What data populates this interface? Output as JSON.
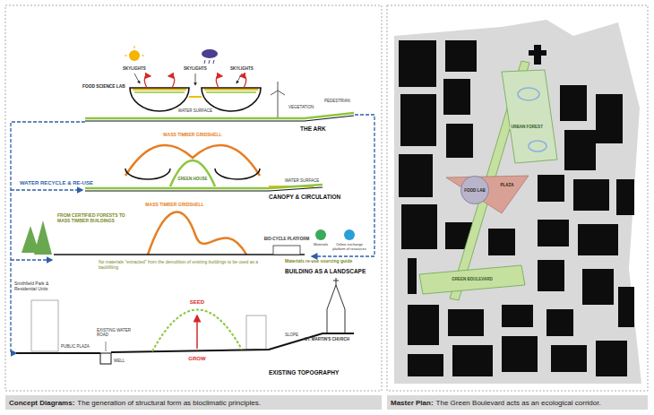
{
  "diagram": {
    "nodes": [
      {
        "text": [
          "Concept Diagrams:",
          "The generation of structural form as bioclimatic principles."
        ]
      },
      {
        "text": [
          "Master Plan:",
          "The Green Boulevard acts as an ecological corridor."
        ]
      },
      {
        "text": [
          "FOOD LAB"
        ]
      }
    ],
    "labels": [
      "SKYLIGHTS",
      "SKYLIGHTS",
      "SKYLIGHTS",
      "FOOD SCIENCE LAB",
      "WATER SURFACE",
      "VEGETATION",
      "PEDESTRIAN",
      "THE ARK",
      "MASS TIMBER GRIDSHELL",
      "GREEN HOUSE",
      "WATER SURFACE",
      "WATER RECYCLE & RE-USE",
      "CANOPY & CIRCULATION",
      "FROM CERTIFIED FORESTS TO MASS TIMBER BUILDINGS",
      "MASS TIMBER GRIDSHELL",
      "BIO-CYCLE PLATFORM",
      "Materials",
      "Online exchange platform of resources",
      "No materials \"extracted\" from the demolition of existing buildings to be used as a backfilling",
      "Materials re-use sourcing guide",
      "BUILDING AS A LANDSCAPE",
      "Smithfield Park & Residential Units",
      "SEED",
      "EXISTING WATER ROAD",
      "PUBLIC PLAZA",
      "WELL",
      "GROW",
      "SLOPE",
      "ST. MARTIN'S CHURCH",
      "EXISTING TOPOGRAPHY",
      "URBAN FOREST",
      "PLAZA",
      "GREEN BOULEVARD"
    ]
  }
}
